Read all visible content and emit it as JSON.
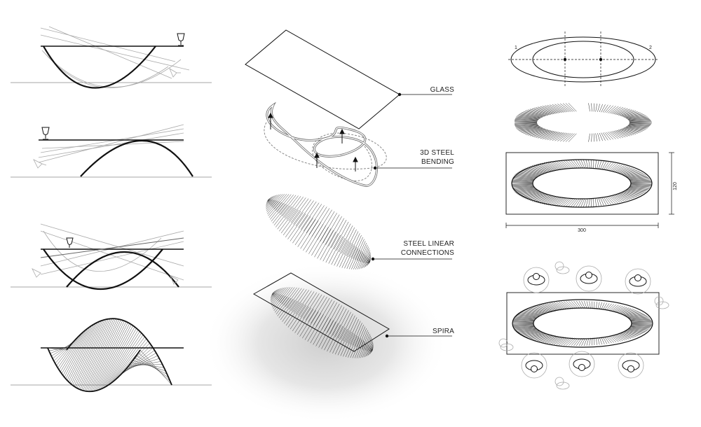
{
  "labels": {
    "glass": "GLASS",
    "bending_line1": "3D STEEL",
    "bending_line2": "BENDING",
    "linear_line1": "STEEL LINEAR",
    "linear_line2": "CONNECTIONS",
    "spira": "SPIRA"
  },
  "plan": {
    "point_left": "1",
    "point_right": "2",
    "dim_height": "120",
    "dim_width": "300"
  },
  "colors": {
    "ink": "#111111",
    "light_ink": "#9a9a9a",
    "shadow": "#d4d4d4"
  }
}
